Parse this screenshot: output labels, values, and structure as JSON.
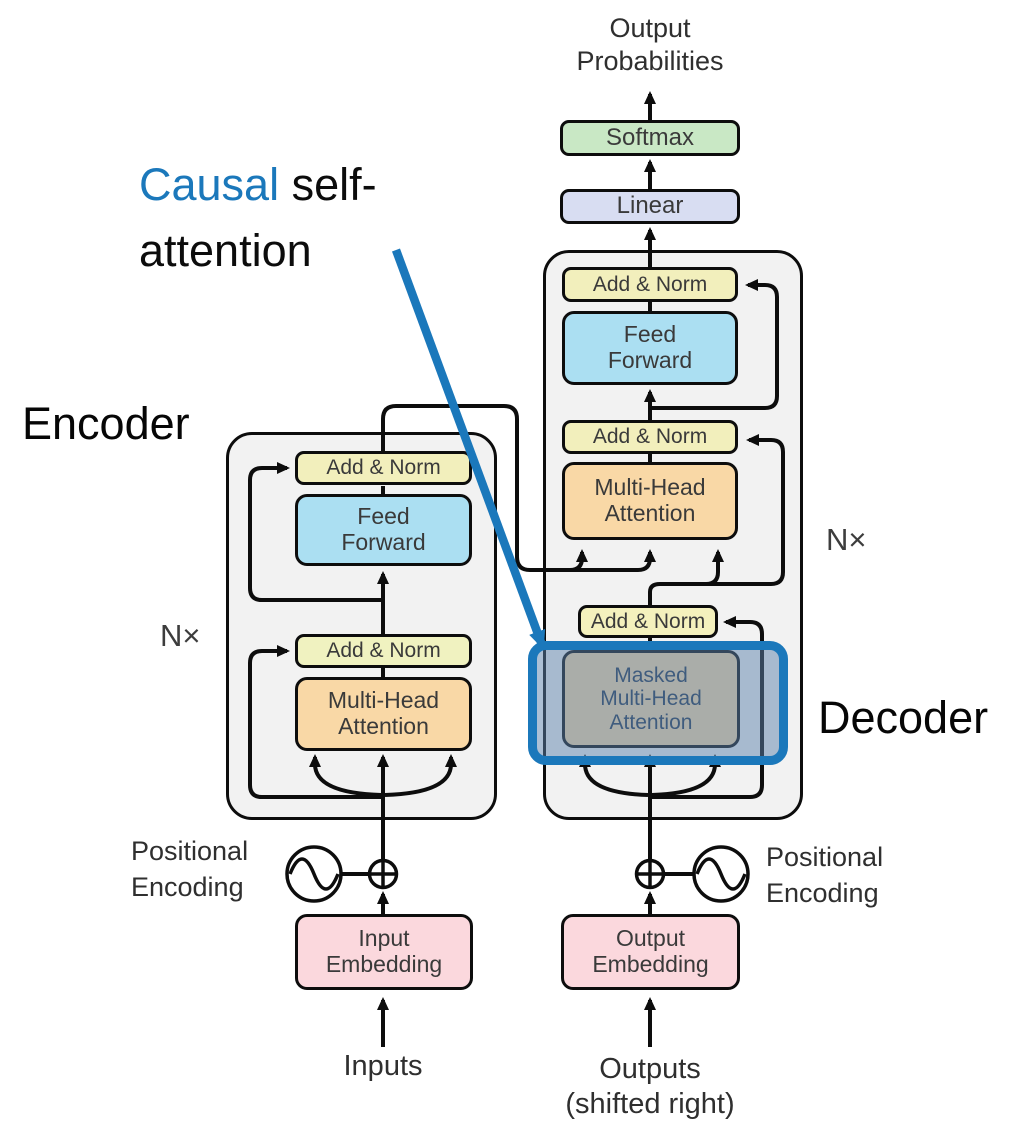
{
  "title": {
    "line1": "Output",
    "line2": "Probabilities"
  },
  "annotation": {
    "causal": "Causal",
    "self_part": " self-",
    "attention": "attention"
  },
  "labels": {
    "encoder": "Encoder",
    "decoder": "Decoder",
    "nx_left": "N×",
    "nx_right": "N×",
    "inputs": "Inputs",
    "outputs": "Outputs",
    "outputs_note": "(shifted right)",
    "positional": "Positional",
    "encoding": "Encoding"
  },
  "blocks": {
    "softmax": "Softmax",
    "linear": "Linear",
    "add_norm": "Add & Norm",
    "feed_forward": [
      "Feed",
      "Forward"
    ],
    "multi_head_attention": [
      "Multi-Head",
      "Attention"
    ],
    "masked_multi_head_attention": [
      "Masked",
      "Multi-Head",
      "Attention"
    ],
    "input_embedding": [
      "Input",
      "Embedding"
    ],
    "output_embedding": [
      "Output",
      "Embedding"
    ]
  },
  "icons": {
    "positional_encoding_left": "sine-wave-circle-icon",
    "positional_encoding_right": "sine-wave-circle-icon",
    "sum_left": "plus-circle-icon",
    "sum_right": "plus-circle-icon"
  },
  "colors": {
    "accent_blue": "#1b78bb",
    "softmax_green": "#c9e8c5",
    "linear_lavender": "#d8ddf2",
    "add_norm_yellow": "#f2efbc",
    "feed_forward_cyan": "#abdff2",
    "attention_orange": "#f9d8a6",
    "embedding_pink": "#fbd8dd",
    "stack_gray": "#f2f2f2",
    "highlight_fill": "rgba(92,130,172,0.5)"
  }
}
